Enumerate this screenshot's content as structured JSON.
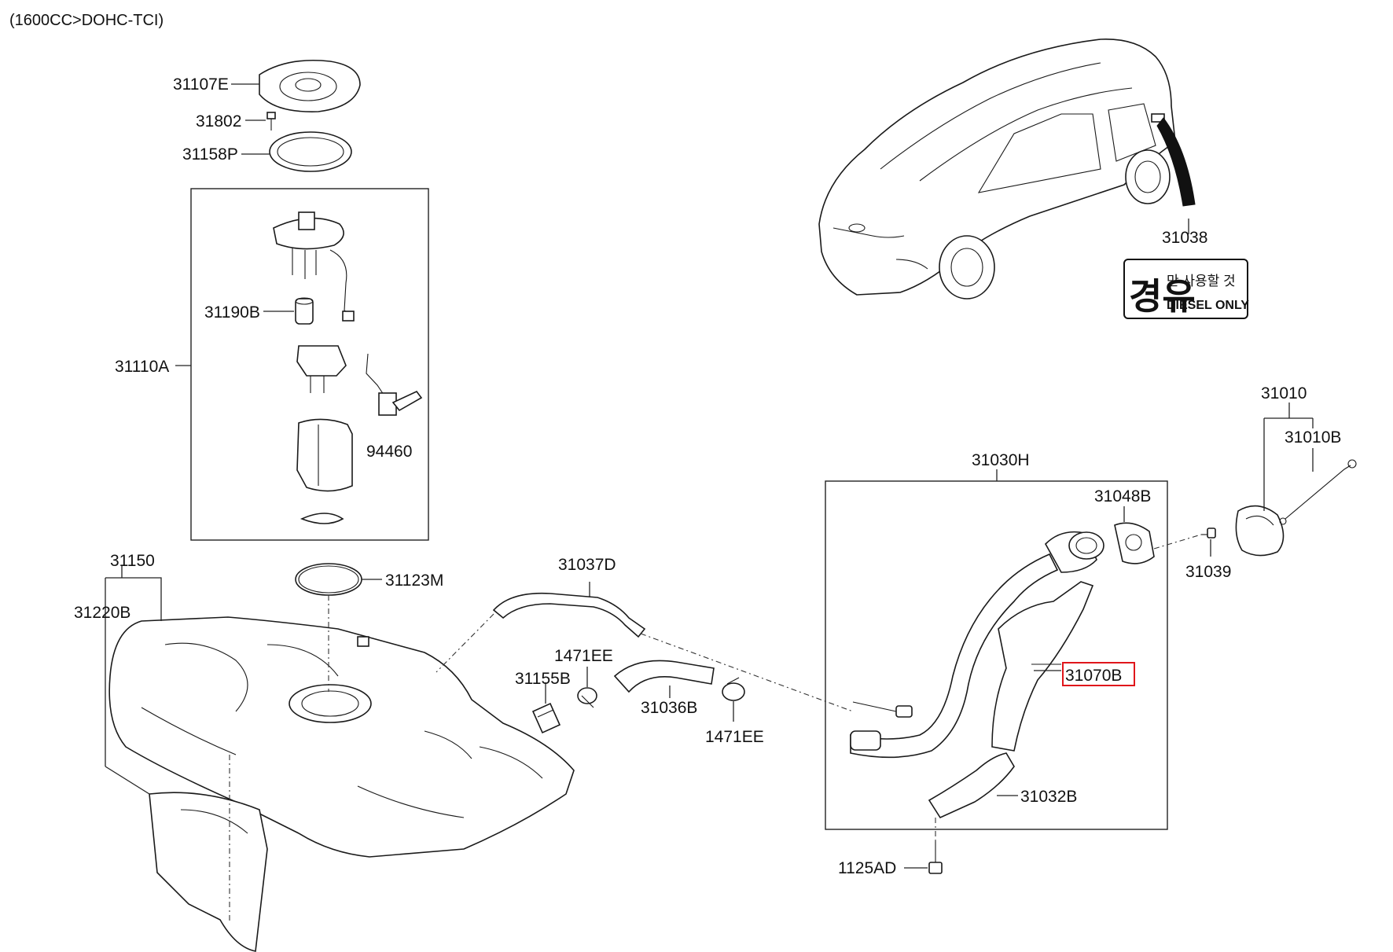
{
  "header": {
    "variant": "(1600CC>DOHC-TCI)"
  },
  "parts": {
    "p31107E": "31107E",
    "p31802": "31802",
    "p31158P": "31158P",
    "p31190B": "31190B",
    "p31110A": "31110A",
    "p94460": "94460",
    "p31150": "31150",
    "p31220B": "31220B",
    "p31123M": "31123M",
    "p31037D": "31037D",
    "p1471EE_a": "1471EE",
    "p31155B": "31155B",
    "p31036B": "31036B",
    "p1471EE_b": "1471EE",
    "p31030H": "31030H",
    "p31048B": "31048B",
    "p31070B": "31070B",
    "p31032B": "31032B",
    "p1125AD": "1125AD",
    "p31010": "31010",
    "p31010B": "31010B",
    "p31039": "31039",
    "p31038": "31038"
  },
  "label_31038": {
    "korean_big": "경유",
    "korean_small": "만 사용할 것",
    "english": "DIESEL ONLY"
  },
  "colors": {
    "highlight": "#e0161b",
    "line": "#222222"
  }
}
